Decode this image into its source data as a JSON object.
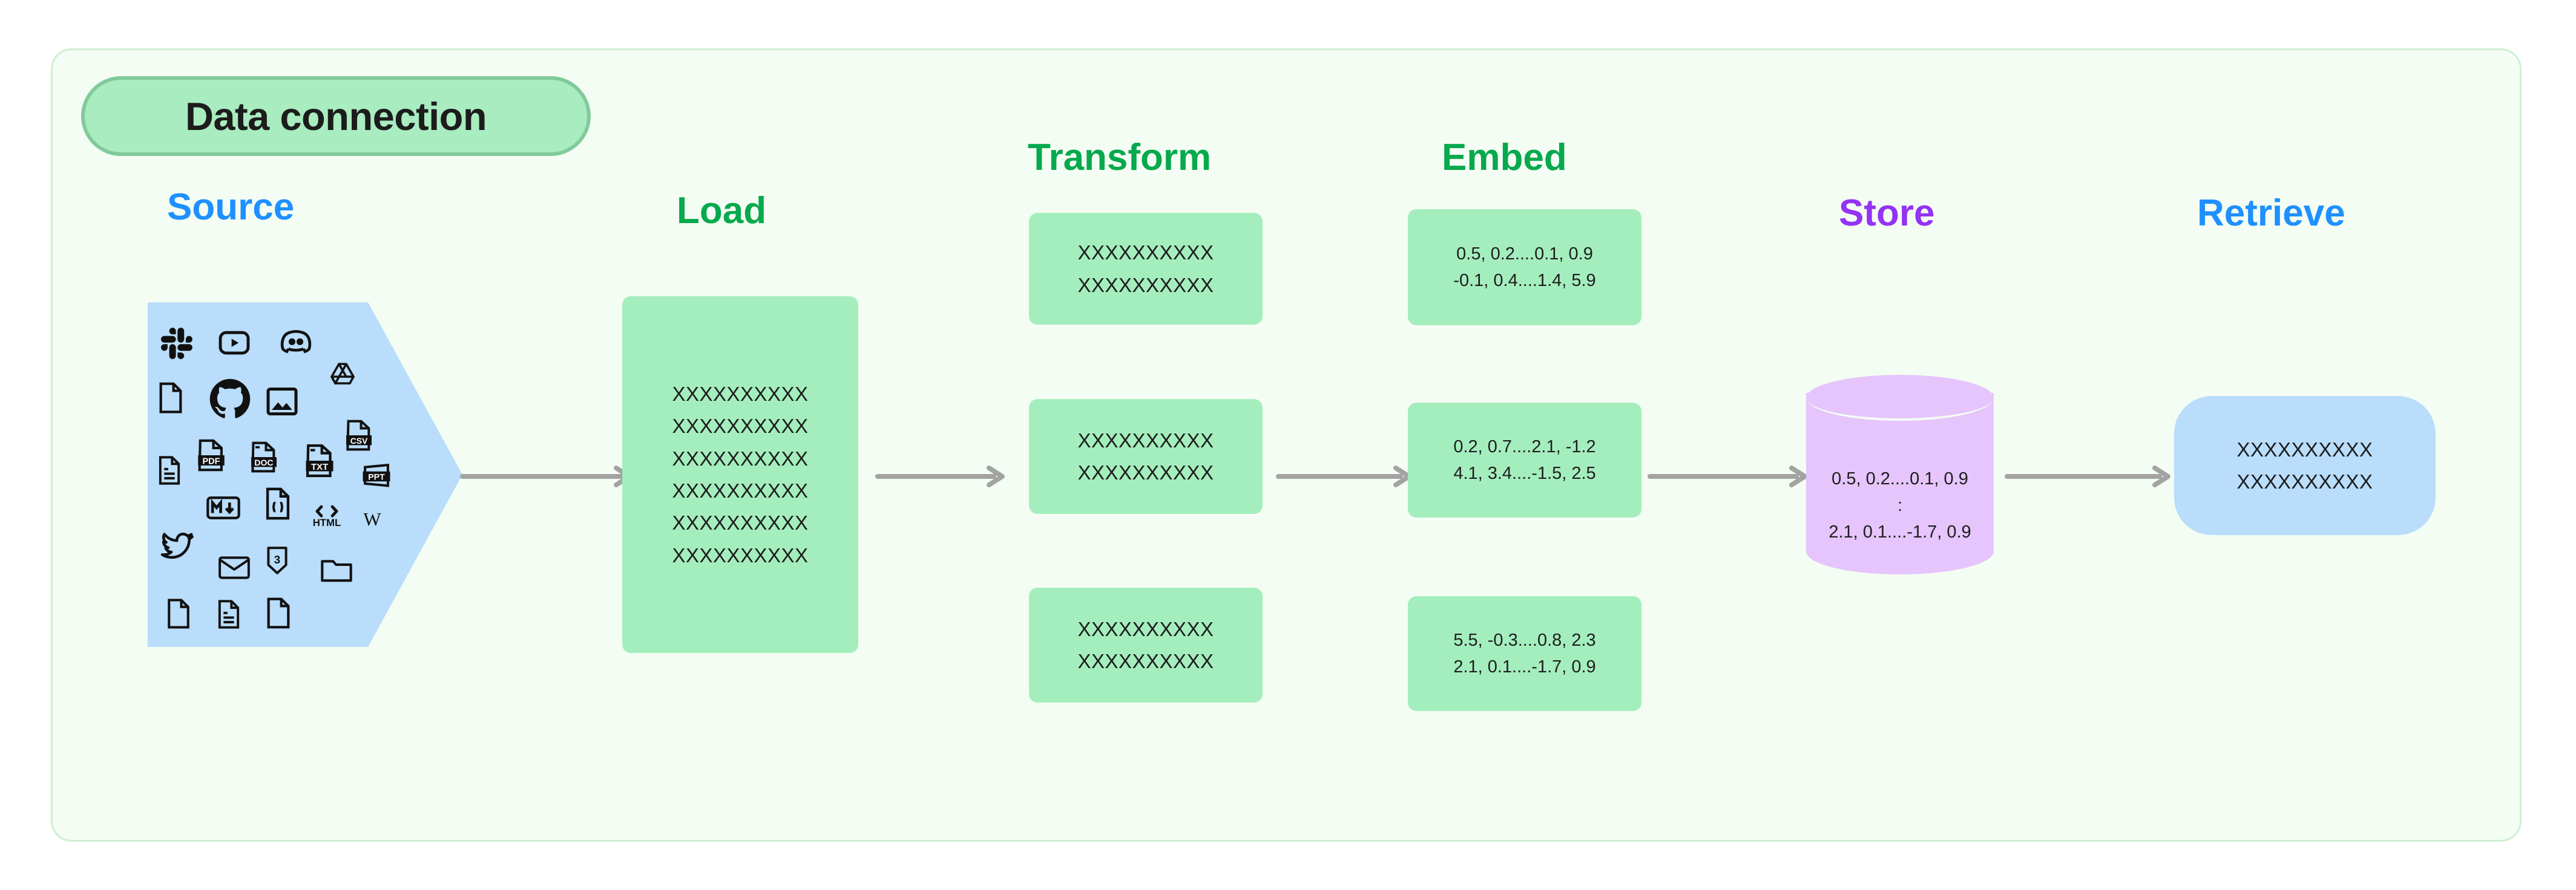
{
  "title_pill": {
    "label": "Data connection"
  },
  "colors": {
    "frame_bg": "#f4fdf3",
    "frame_border": "#cdf0d2",
    "pill_bg": "#a8ecbf",
    "pill_border": "#82c99b",
    "green_box": "#a4eebe",
    "blue_shape": "#b9ddfa",
    "purple_cylinder": "#e5c5fb",
    "arrow_gray": "#a3a3a3",
    "heading_blue": "#1e90ff",
    "heading_green": "#06a94d",
    "heading_purple": "#9333f5",
    "text_dark": "#1d1d1d"
  },
  "stages": [
    {
      "key": "source",
      "label": "Source",
      "color": "#1e90ff"
    },
    {
      "key": "load",
      "label": "Load",
      "color": "#06a94d"
    },
    {
      "key": "transform",
      "label": "Transform",
      "color": "#06a94d"
    },
    {
      "key": "embed",
      "label": "Embed",
      "color": "#06a94d"
    },
    {
      "key": "store",
      "label": "Store",
      "color": "#9333f5"
    },
    {
      "key": "retrieve",
      "label": "Retrieve",
      "color": "#1e90ff"
    }
  ],
  "source": {
    "icons": [
      "slack-icon",
      "youtube-icon",
      "discord-icon",
      "blank-document-icon",
      "github-icon",
      "image-icon",
      "google-drive-icon",
      "csv-file-icon",
      "text-document-icon",
      "pdf-file-icon",
      "doc-file-icon",
      "txt-file-icon",
      "ppt-file-icon",
      "markdown-icon",
      "code-file-icon",
      "html-icon",
      "wikipedia-icon",
      "twitter-icon",
      "email-icon",
      "css3-icon",
      "folder-icon",
      "blank-page-icon",
      "notes-document-icon",
      "plain-page-icon"
    ]
  },
  "load": {
    "lines": [
      "XXXXXXXXXX",
      "XXXXXXXXXX",
      "XXXXXXXXXX",
      "XXXXXXXXXX",
      "XXXXXXXXXX",
      "XXXXXXXXXX"
    ]
  },
  "transform": {
    "chunks": [
      {
        "lines": [
          "XXXXXXXXXX",
          "XXXXXXXXXX"
        ]
      },
      {
        "lines": [
          "XXXXXXXXXX",
          "XXXXXXXXXX"
        ]
      },
      {
        "lines": [
          "XXXXXXXXXX",
          "XXXXXXXXXX"
        ]
      }
    ]
  },
  "embed": {
    "vectors": [
      {
        "lines": [
          "0.5, 0.2....0.1, 0.9",
          "-0.1, 0.4....1.4, 5.9"
        ]
      },
      {
        "lines": [
          "0.2, 0.7....2.1, -1.2",
          "4.1, 3.4....-1.5, 2.5"
        ]
      },
      {
        "lines": [
          "5.5, -0.3....0.8, 2.3",
          "2.1, 0.1....-1.7, 0.9"
        ]
      }
    ]
  },
  "store": {
    "lines": [
      "0.5, 0.2....0.1, 0.9",
      ":",
      "2.1, 0.1....-1.7, 0.9"
    ]
  },
  "retrieve": {
    "lines": [
      "XXXXXXXXXX",
      "XXXXXXXXXX"
    ]
  },
  "arrows": [
    {
      "name": "arrow-source-to-load"
    },
    {
      "name": "arrow-load-to-transform"
    },
    {
      "name": "arrow-transform-to-embed"
    },
    {
      "name": "arrow-embed-to-store"
    },
    {
      "name": "arrow-store-to-retrieve"
    }
  ]
}
